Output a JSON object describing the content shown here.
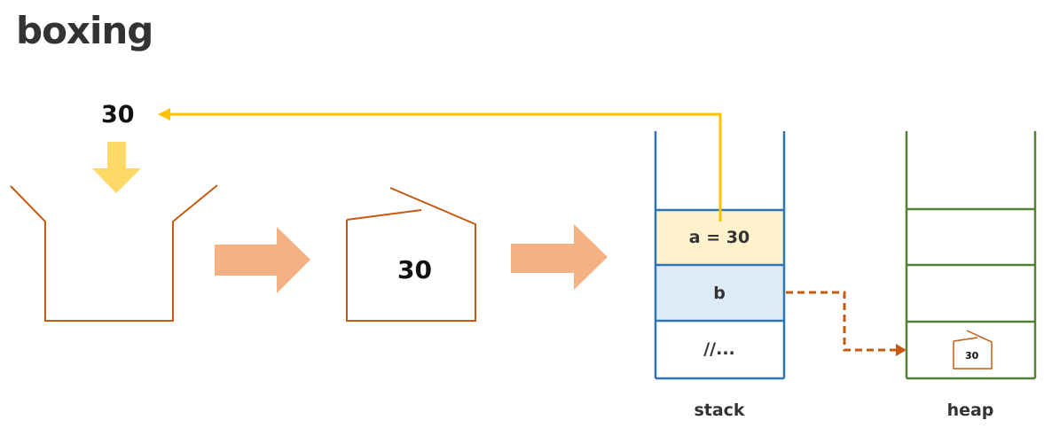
{
  "title": "boxing",
  "value": "30",
  "boxed_value": "30",
  "stack": {
    "label": "stack",
    "cells": [
      {
        "label": "",
        "fill": "#ffffff"
      },
      {
        "label": "a = 30",
        "fill": "#fff2cc"
      },
      {
        "label": "b",
        "fill": "#deebf7"
      },
      {
        "label": "//...",
        "fill": "#ffffff"
      }
    ],
    "color": "#2e75b6"
  },
  "heap": {
    "label": "heap",
    "boxed_value": "30",
    "color": "#548235"
  },
  "colors": {
    "box": "#c55a11",
    "process_arrow": "#f4b183",
    "value_ref_arrow": "#ffc000",
    "down_arrow": "#ffd966",
    "heap_ref_arrow": "#c55a11"
  }
}
